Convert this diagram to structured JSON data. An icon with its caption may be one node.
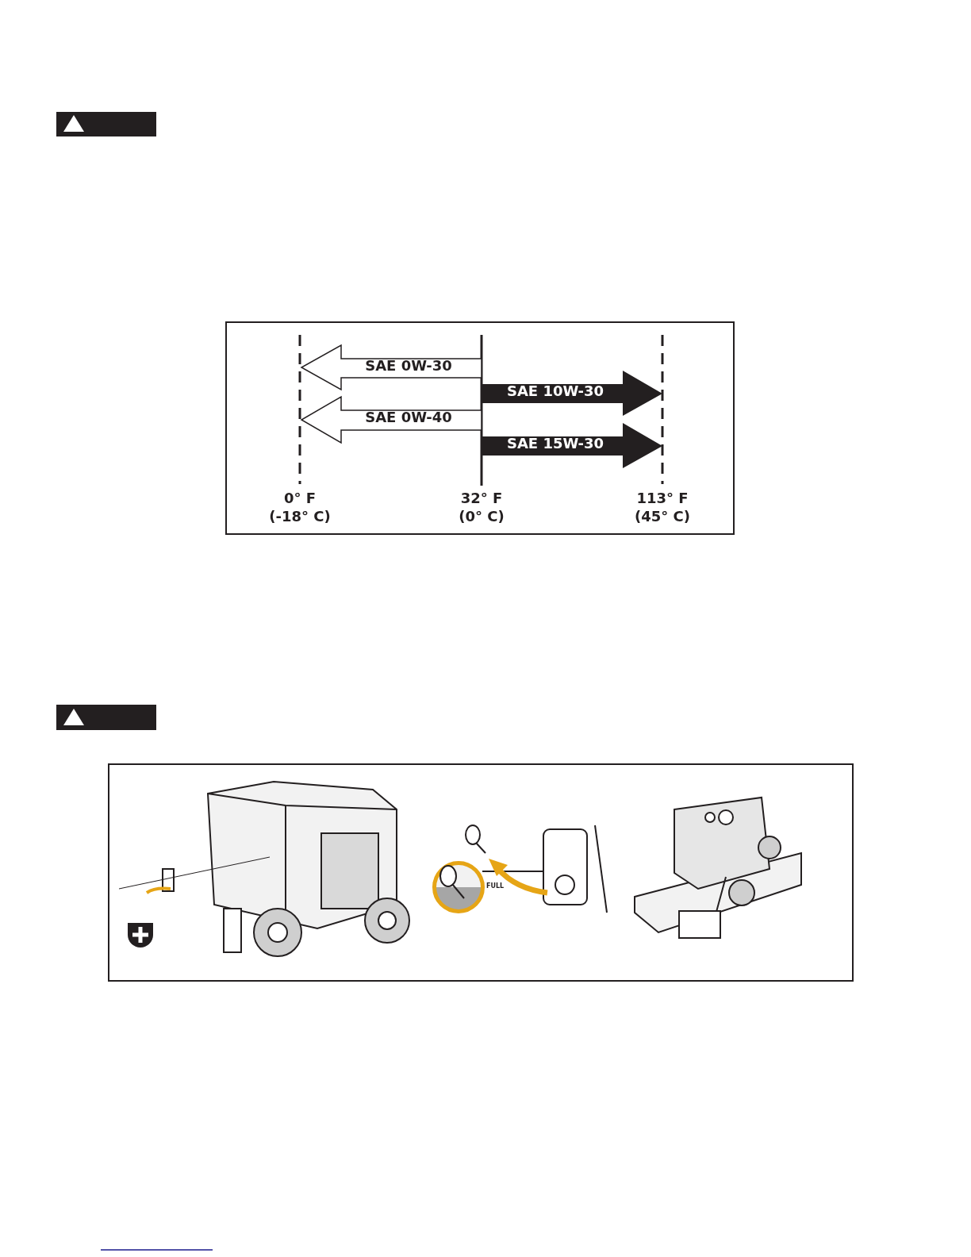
{
  "diagram": {
    "labels": [
      "SAE 0W-30",
      "SAE 10W-30",
      "SAE 0W-40",
      "SAE 15W-30",
      "0° F",
      "(-18° C)",
      "32° F",
      "(0° C)",
      "113° F",
      "(45° C)",
      "FULL"
    ]
  }
}
